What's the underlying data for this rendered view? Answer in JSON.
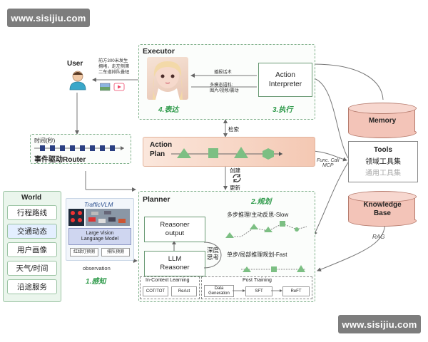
{
  "watermarks": [
    "www.sisijiu.com",
    "www.sisijiu.com"
  ],
  "user": {
    "label": "User",
    "message": "前方300米发生\n拥堵，走左侧第\n二车道排队叠短"
  },
  "executor": {
    "title": "Executor",
    "action_interpreter": "Action\nInterpreter",
    "broadcast_label": "播报话术",
    "multimodal_label": "多模态语料:\n图片/视频/震动",
    "step_express": "4.表达",
    "step_execute": "3.执行"
  },
  "memory": {
    "label": "Memory"
  },
  "tools": {
    "title": "Tools",
    "line1": "领域工具集",
    "line2": "通用工具集"
  },
  "knowledge": {
    "label": "Knowledge\nBase"
  },
  "router": {
    "time_label": "时间(秒)",
    "title": "事件驱动Router"
  },
  "action_plan": {
    "label": "Action\nPlan",
    "retrieve_label": "检索",
    "create_label": "创建",
    "update_label": "更新"
  },
  "func_call_label": "Func. Call\nMCP",
  "rag_label": "RAG",
  "world": {
    "title": "World",
    "items": [
      "行程路线",
      "交通动态",
      "用户画像",
      "天气/时间",
      "沿途服务"
    ]
  },
  "vlm": {
    "title": "TrafficVLM",
    "model": "Large Vision\nLanguage Model",
    "chip1": "红绿灯预测",
    "chip2": "排队预测",
    "observation": "observation",
    "step_perceive": "1.感知"
  },
  "planner": {
    "title": "Planner",
    "step_plan": "2.规划",
    "reasoner_output": "Reasoner\noutput",
    "llm_reasoner": "LLM\nReasoner",
    "deep_think": "深度\n思考",
    "slow_label": "多步推理/主动反思-Slow",
    "fast_label": "单步/局部推理规划-Fast",
    "icl_title": "In-Context Learning",
    "icl_items": [
      "COT/TOT",
      "ReAct"
    ],
    "pt_title": "Post Training",
    "pt_items": [
      "Data\nGeneration",
      "SFT",
      "ReFT"
    ]
  },
  "colors": {
    "border_green": "#7fb08a",
    "shape_green": "#7cbf83",
    "cylinder": "#f3c4b8",
    "accent": "#2e9a4a"
  }
}
